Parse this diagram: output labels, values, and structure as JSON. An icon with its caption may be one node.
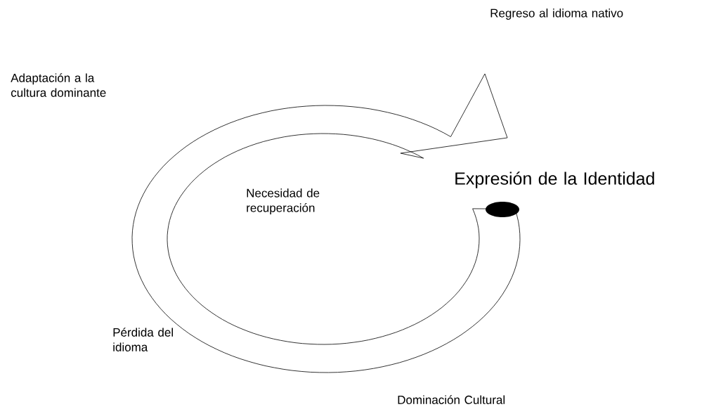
{
  "diagram": {
    "labels": [
      "Regreso al idioma nativo",
      "Adaptación a la cultura dominante",
      "Expresión de la Identidad",
      "Necesidad de recuperación",
      "Pérdida del idioma",
      "Dominación Cultural"
    ]
  }
}
